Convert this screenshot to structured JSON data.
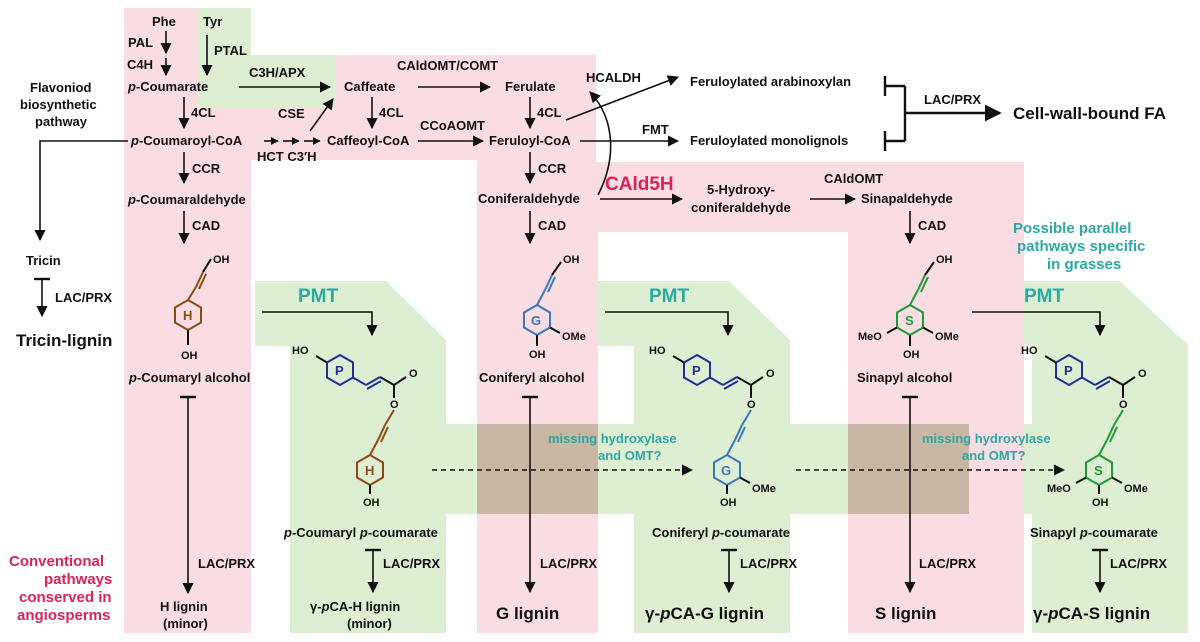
{
  "colors": {
    "pink": "#f9dde3",
    "green": "#deeed3",
    "overlap": "#c9b7a6",
    "h_unit": "#8a4a16",
    "g_unit": "#3a77b8",
    "s_unit": "#1f9a3a",
    "p_unit": "#1f2f9a",
    "accent_red": "#d6235a",
    "accent_teal": "#2aa9a3"
  },
  "metabolites": {
    "phe": "Phe",
    "tyr": "Tyr",
    "p_coumarate_prefix": "p",
    "p_coumarate_rest": "-Coumarate",
    "caffeate": "Caffeate",
    "ferulate": "Ferulate",
    "p_coumaroyl_coa_prefix": "p",
    "p_coumaroyl_coa_rest": "-Coumaroyl-CoA",
    "caffeoyl_coa": "Caffeoyl-CoA",
    "feruloyl_coa": "Feruloyl-CoA",
    "p_coumaraldehyde_prefix": "p",
    "p_coumaraldehyde_rest": "-Coumaraldehyde",
    "coniferaldehyde": "Coniferaldehyde",
    "hydroxyconiferaldehyde_1": "5-Hydroxy-",
    "hydroxyconiferaldehyde_2": "coniferaldehyde",
    "sinapaldehyde": "Sinapaldehyde",
    "tricin": "Tricin",
    "flavonoid_1": "Flavoniod",
    "flavonoid_2": "biosynthetic",
    "flavonoid_3": "pathway",
    "feruloylated_arabinoxylan": "Feruloylated arabinoxylan",
    "feruloylated_monolignols": "Feruloylated monolignols",
    "cell_wall_fa": "Cell-wall-bound FA"
  },
  "enzymes": {
    "pal": "PAL",
    "c4h": "C4H",
    "ptal": "PTAL",
    "c3h_apx": "C3H/APX",
    "caldomt_comt": "CAldOMT/COMT",
    "hcaldh": "HCALDH",
    "fourcl_1": "4CL",
    "fourcl_2": "4CL",
    "fourcl_3": "4CL",
    "cse": "CSE",
    "hct_c3h": "HCT C3′H",
    "ccoaomt": "CCoAOMT",
    "fmt": "FMT",
    "ccr_1": "CCR",
    "ccr_2": "CCR",
    "cald5h": "CAld5H",
    "caldomt": "CAldOMT",
    "cad_1": "CAD",
    "cad_2": "CAD",
    "cad_3": "CAD",
    "lac_prx": "LAC/PRX",
    "pmt": "PMT"
  },
  "alcohols": {
    "p_coumaryl_prefix": "p",
    "p_coumaryl_rest": "-Coumaryl alcohol",
    "coniferyl": "Coniferyl alcohol",
    "sinapyl": "Sinapyl alcohol"
  },
  "conjugates": {
    "pcoumaryl_pc_a": "p",
    "pcoumaryl_pc_b": "-Coumaryl ",
    "pcoumaryl_pc_c": "p",
    "pcoumaryl_pc_d": "-coumarate",
    "coniferyl_pc_a": "Coniferyl ",
    "coniferyl_pc_b": "p",
    "coniferyl_pc_c": "-coumarate",
    "sinapyl_pc_a": "Sinapyl ",
    "sinapyl_pc_b": "p",
    "sinapyl_pc_c": "-coumarate"
  },
  "lignins": {
    "tricin_lignin": "Tricin-lignin",
    "h_lignin": "H lignin",
    "h_minor": "(minor)",
    "gpca_h_a": "γ-",
    "gpca_h_b": "p",
    "gpca_h_c": "CA-H lignin",
    "gpca_h_minor": "(minor)",
    "g_lignin": "G lignin",
    "gpca_g_a": "γ-",
    "gpca_g_b": "p",
    "gpca_g_c": "CA-G lignin",
    "s_lignin": "S lignin",
    "gpca_s_a": "γ-",
    "gpca_s_b": "p",
    "gpca_s_c": "CA-S lignin"
  },
  "notes": {
    "missing_1": "missing hydroxylase",
    "missing_2": "and OMT?",
    "parallel_1": "Possible parallel",
    "parallel_2": "pathways specific",
    "parallel_3": "in grasses",
    "conventional_1": "Conventional",
    "conventional_2": "pathways",
    "conventional_3": "conserved in",
    "conventional_4": "angiosperms"
  },
  "atoms": {
    "oh": "OH",
    "ho": "HO",
    "ome": "OMe",
    "meo": "MeO",
    "o": "O",
    "ring_h": "H",
    "ring_g": "G",
    "ring_s": "S",
    "ring_p": "P"
  }
}
